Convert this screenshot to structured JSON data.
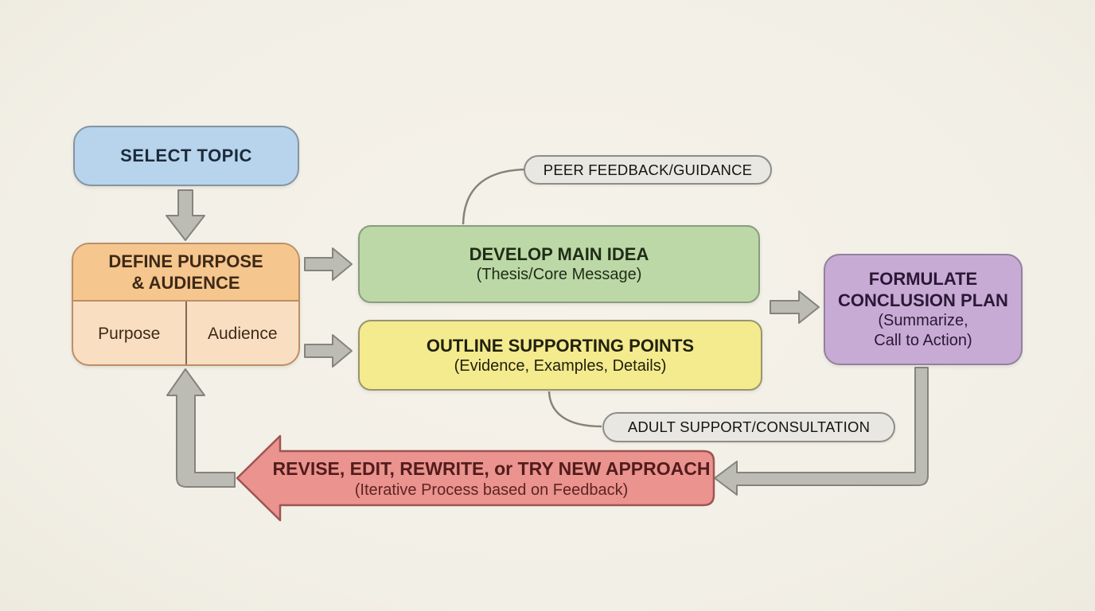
{
  "colors": {
    "background": "#f2efe6",
    "background_light": "#f5f2ea",
    "background_dark": "#edeadf",
    "select_topic_fill": "#b8d4ec",
    "select_topic_border": "#8494a3",
    "define_header_fill": "#f6c68f",
    "define_cell_fill": "#f9dec2",
    "define_border": "#bb8f66",
    "develop_fill": "#bbd8a6",
    "develop_border": "#8b9b80",
    "outline_fill": "#f4ea8e",
    "outline_border": "#98956f",
    "conclusion_fill": "#c8abd5",
    "conclusion_border": "#93809f",
    "revise_fill": "#ea938f",
    "revise_border": "#9e5552",
    "pill_fill": "#e8e7e2",
    "pill_border": "#8d8d89",
    "arrow_fill": "#bdbcb4",
    "arrow_border": "#85847c"
  },
  "nodes": {
    "select_topic": {
      "label": "SELECT TOPIC"
    },
    "define_purpose": {
      "title_line1": "DEFINE PURPOSE",
      "title_line2": "& AUDIENCE",
      "cells": {
        "left": "Purpose",
        "right": "Audience"
      }
    },
    "develop_main_idea": {
      "title": "DEVELOP MAIN IDEA",
      "subtitle": "(Thesis/Core Message)"
    },
    "outline_points": {
      "title": "OUTLINE SUPPORTING POINTS",
      "subtitle": "(Evidence, Examples, Details)"
    },
    "conclusion_plan": {
      "title_line1": "FORMULATE",
      "title_line2": "CONCLUSION PLAN",
      "subtitle_line1": "(Summarize,",
      "subtitle_line2": "Call to Action)"
    },
    "revise": {
      "title": "REVISE, EDIT, REWRITE, or TRY NEW APPROACH",
      "subtitle": "(Iterative Process based on Feedback)"
    }
  },
  "pills": {
    "peer_feedback": {
      "label": "PEER FEEDBACK/GUIDANCE"
    },
    "adult_support": {
      "label": "ADULT SUPPORT/CONSULTATION"
    }
  }
}
